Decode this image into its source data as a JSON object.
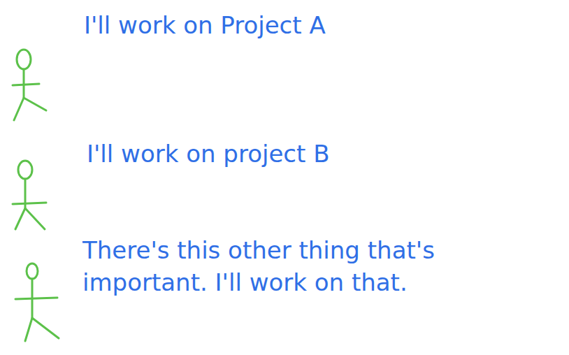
{
  "diagram": {
    "labels": [
      "I'll work on Project A",
      "I'll work on project B",
      "There's this other thing that's important. I'll work on that."
    ]
  }
}
